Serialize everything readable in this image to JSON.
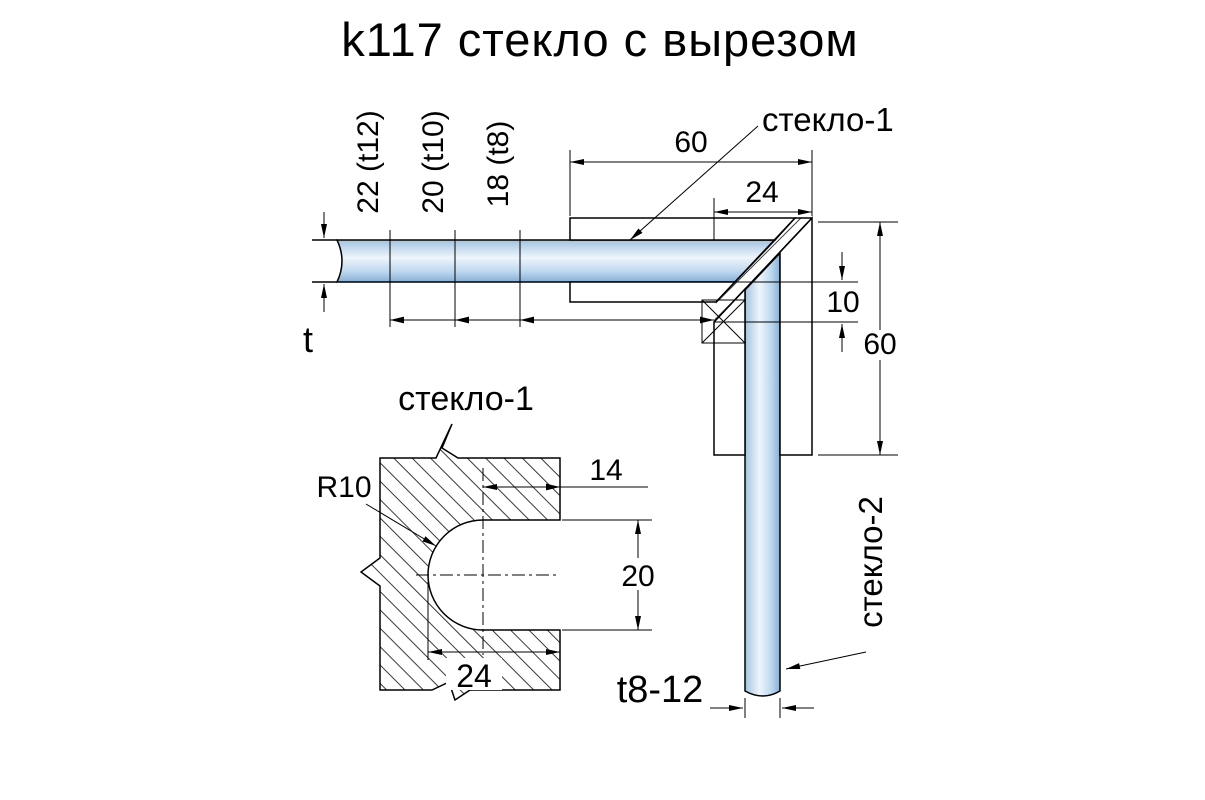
{
  "title": "k117 стекло с вырезом",
  "colors": {
    "glass_top": "#a3c4e0",
    "glass_highlight": "#eef5fc",
    "glass_mid": "#bdd8ef",
    "glass_deep": "#88afd4",
    "line": "#000000",
    "background": "#ffffff"
  },
  "main": {
    "glass1_label": "стекло-1",
    "glass2_label": "стекло-2",
    "dim_top": "60",
    "dim_leg_width": "24",
    "dim_gap": "10",
    "dim_right": "60",
    "depth_t12": "22 (t12)",
    "depth_t10": "20 (t10)",
    "depth_t8": "18 (t8)",
    "thickness": "t",
    "thickness_range": "t8-12"
  },
  "detail": {
    "label": "стекло-1",
    "radius": "R10",
    "center_offset": "14",
    "slot_width": "20",
    "slot_depth": "24"
  }
}
